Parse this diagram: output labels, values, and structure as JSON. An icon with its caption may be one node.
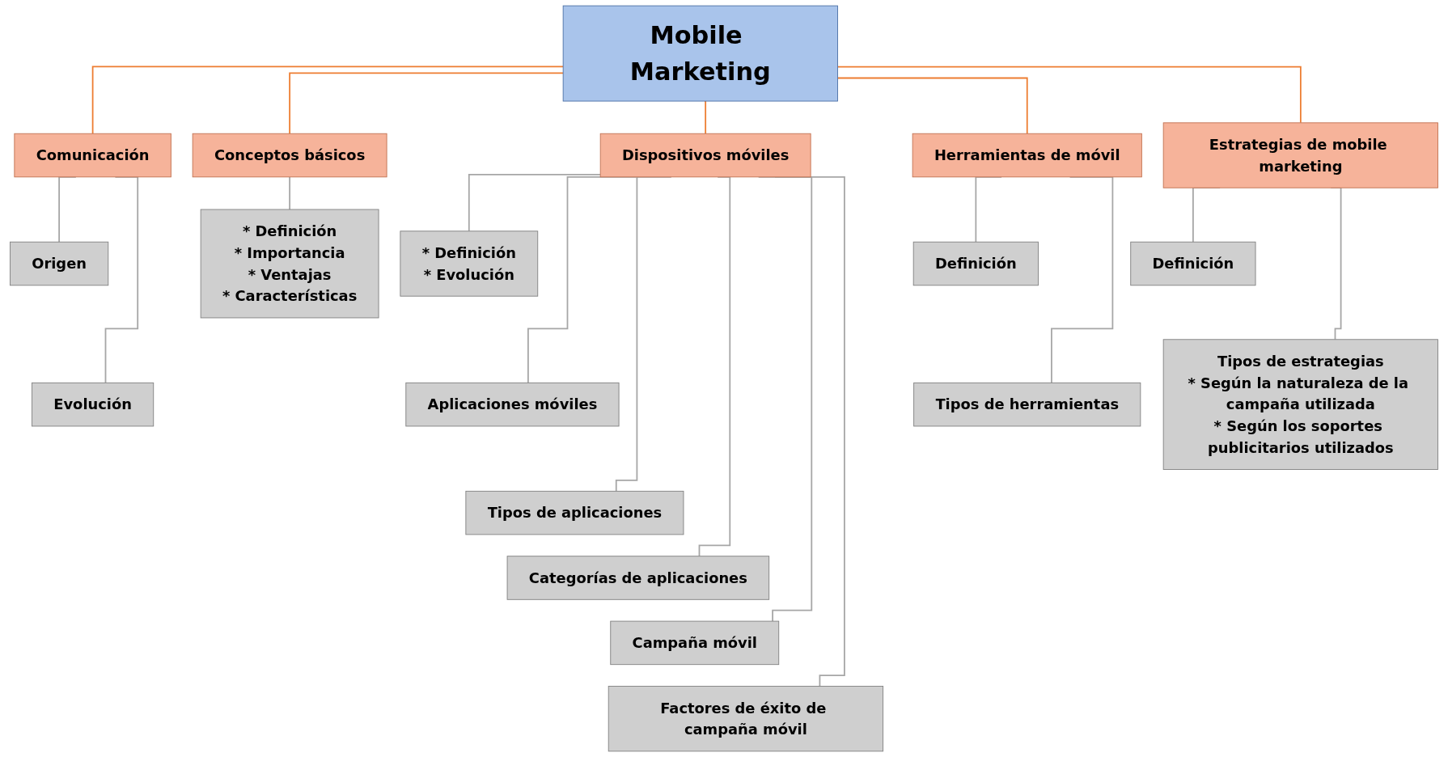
{
  "diagram": {
    "nodes": [
      {
        "text": [
          "Mobile Marketing"
        ]
      },
      {
        "text": [
          "Comunicación"
        ]
      },
      {
        "text": [
          "Conceptos básicos"
        ]
      },
      {
        "text": [
          "Dispositivos móviles"
        ]
      },
      {
        "text": [
          "Herramientas de móvil"
        ]
      },
      {
        "text": [
          "Estrategias de mobile marketing"
        ]
      },
      {
        "text": [
          "Origen"
        ]
      },
      {
        "text": [
          "Evolución"
        ]
      },
      {
        "text": [
          "*  Definición",
          "* Importancia",
          "*  Ventajas",
          "*  Características"
        ]
      },
      {
        "text": [
          "*  Definición",
          "* Evolución"
        ]
      },
      {
        "text": [
          "Aplicaciones móviles"
        ]
      },
      {
        "text": [
          "Tipos de aplicaciones"
        ]
      },
      {
        "text": [
          "Categorías de aplicaciones"
        ]
      },
      {
        "text": [
          "Campaña móvil"
        ]
      },
      {
        "text": [
          "Factores de éxito de campaña móvil"
        ]
      },
      {
        "text": [
          "Definición"
        ]
      },
      {
        "text": [
          "Tipos de herramientas"
        ]
      },
      {
        "text": [
          "Definición"
        ]
      },
      {
        "text": [
          "Tipos de estrategias",
          "* Según la naturaleza de la campaña utilizada",
          "* Según los soportes publicitarios utilizados"
        ]
      }
    ],
    "edges": [
      {
        "from": 0,
        "to": 1,
        "arrow": "none",
        "color": "#ed7d31"
      },
      {
        "from": 0,
        "to": 2,
        "arrow": "none",
        "color": "#ed7d31"
      },
      {
        "from": 0,
        "to": 3,
        "arrow": "none",
        "color": "#ed7d31"
      },
      {
        "from": 0,
        "to": 4,
        "arrow": "none",
        "color": "#ed7d31"
      },
      {
        "from": 0,
        "to": 5,
        "arrow": "none",
        "color": "#ed7d31"
      },
      {
        "from": 1,
        "to": 6,
        "arrow": "none"
      },
      {
        "from": 1,
        "to": 7,
        "arrow": "none"
      },
      {
        "from": 2,
        "to": 8,
        "arrow": "none"
      },
      {
        "from": 3,
        "to": 9,
        "arrow": "none"
      },
      {
        "from": 3,
        "to": 10,
        "arrow": "none"
      },
      {
        "from": 3,
        "to": 11,
        "arrow": "none"
      },
      {
        "from": 3,
        "to": 12,
        "arrow": "none"
      },
      {
        "from": 3,
        "to": 13,
        "arrow": "none"
      },
      {
        "from": 3,
        "to": 14,
        "arrow": "none"
      },
      {
        "from": 4,
        "to": 15,
        "arrow": "none"
      },
      {
        "from": 4,
        "to": 16,
        "arrow": "none"
      },
      {
        "from": 5,
        "to": 17,
        "arrow": "none"
      },
      {
        "from": 5,
        "to": 18,
        "arrow": "none"
      }
    ]
  }
}
